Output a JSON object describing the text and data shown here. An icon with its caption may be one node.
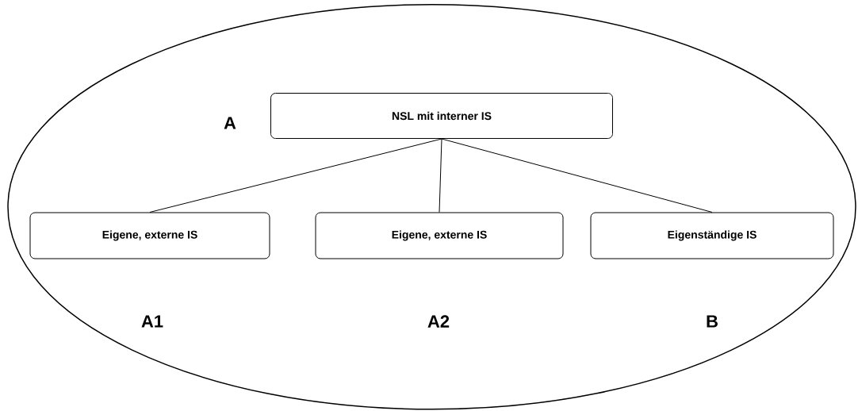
{
  "diagram": {
    "nodes": [
      {
        "text": [],
        "shape": "ellipse"
      },
      {
        "text": [
          "NSL mit interner IS"
        ],
        "in": 0,
        "beside": [
          "A"
        ]
      },
      {
        "text": [
          "Eigene, externe IS"
        ],
        "in": 0,
        "beside": [
          "A1"
        ]
      },
      {
        "text": [
          "Eigene, externe IS"
        ],
        "in": 0,
        "beside": [
          "A2"
        ]
      },
      {
        "text": [
          "Eigenständige IS"
        ],
        "in": 0,
        "beside": [
          "B"
        ]
      }
    ],
    "edges": [
      {
        "from": 1,
        "to": 2,
        "arrow": "none"
      },
      {
        "from": 1,
        "to": 3,
        "arrow": "none"
      },
      {
        "from": 1,
        "to": 4,
        "arrow": "none"
      }
    ]
  }
}
